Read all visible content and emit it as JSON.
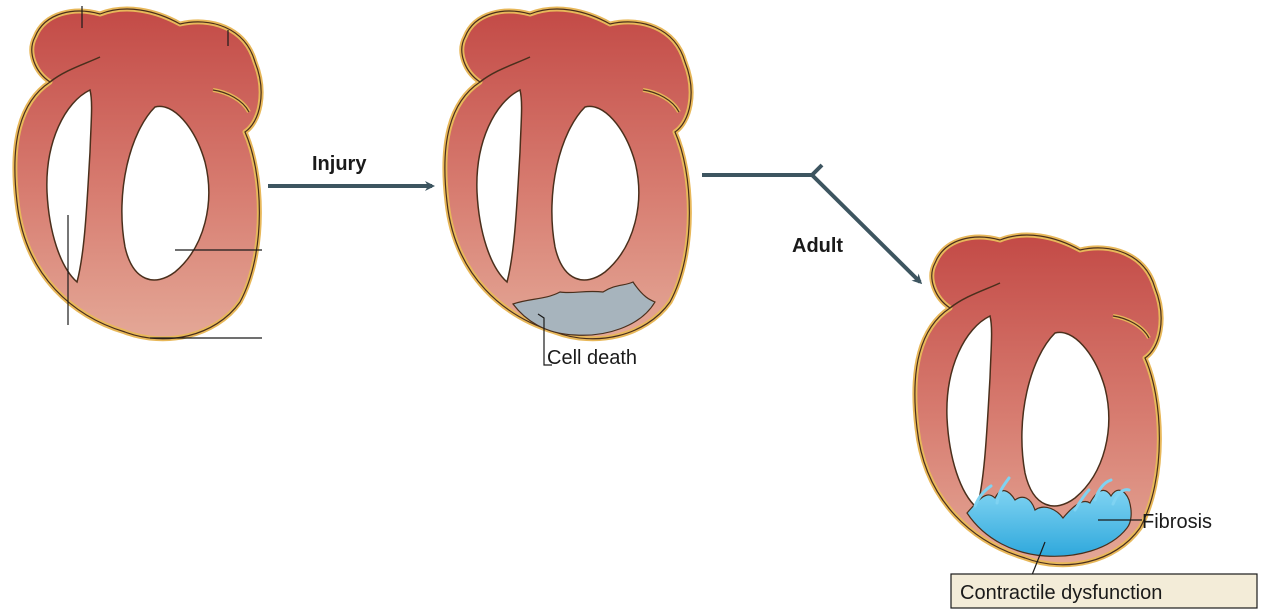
{
  "labels": {
    "injury": "Injury",
    "cell_death": "Cell death",
    "adult": "Adult",
    "fibrosis": "Fibrosis",
    "contractile_dysfunction": "Contractile dysfunction"
  },
  "colors": {
    "heart_top": "#c8504a",
    "heart_bottom": "#dfa192",
    "outline_gold": "#e8b85a",
    "outline_dark": "#4a2f1c",
    "arrow": "#3d5560",
    "cell_death": "#a7b4bd",
    "fibrosis": "#49b9e6",
    "label_box": "#f3ecd8"
  }
}
